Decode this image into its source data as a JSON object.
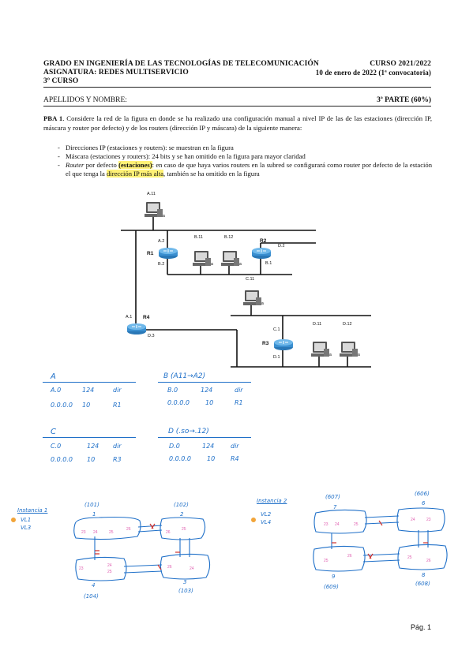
{
  "header": {
    "degree": "GRADO EN INGENIERÍA DE LAS TECNOLOGÍAS DE TELECOMUNICACIÓN",
    "course_year": "CURSO 2021/2022",
    "subject": "ASIGNATURA: REDES MULTISERVICIO",
    "date": "10 de enero de 2022 (1ª convocatoria)",
    "course": "3º CURSO"
  },
  "student": {
    "name_label": "APELLIDOS Y NOMBRE:",
    "part": "3ª PARTE (60%)"
  },
  "problem": {
    "id": "PBA 1",
    "intro": ". Considere la red de la figura en donde se ha realizado una configuración manual a nivel IP de las de las estaciones (dirección IP, máscara y router por defecto) y de los routers (dirección IP y máscara) de la siguiente manera:",
    "bullets": [
      "Direcciones IP (estaciones y routers): se muestran en la figura",
      "Máscara (estaciones y routers): 24 bits y se han omitido en la figura para mayor claridad"
    ],
    "bullet3_a": "Router",
    "bullet3_b": " por defecto ",
    "bullet3_hl1": "(estaciones)",
    "bullet3_c": ": en caso de que haya varios routers en la subred se configurará como router por defecto de la estación el que tenga la ",
    "bullet3_hl2": "dirección IP más alta",
    "bullet3_d": ", también se ha omitido en la figura"
  },
  "network": {
    "hosts": [
      "A.11",
      "B.11",
      "B.12",
      "C.11",
      "D.11",
      "D.12"
    ],
    "routers": [
      "R1",
      "R2",
      "R3",
      "R4"
    ],
    "iface_labels": [
      "A.2",
      "B.2",
      "D.2",
      "B.1",
      "A.1",
      "D.3",
      "C.1",
      "D.1"
    ],
    "port_mark": "a"
  },
  "tables": [
    {
      "title": "A",
      "rows": [
        [
          "A.0",
          "124",
          "dir"
        ],
        [
          "0.0.0.0",
          "10",
          "R1"
        ]
      ]
    },
    {
      "title": "B (A11→A2)",
      "rows": [
        [
          "B.0",
          "124",
          "dir"
        ],
        [
          "0.0.0.0",
          "10",
          "R1"
        ]
      ]
    },
    {
      "title": "C",
      "rows": [
        [
          "C.0",
          "124",
          "dir"
        ],
        [
          "0.0.0.0",
          "10",
          "R3"
        ]
      ]
    },
    {
      "title": "D (.so→.12)",
      "rows": [
        [
          "D.0",
          "124",
          "dir"
        ],
        [
          "0.0.0.0",
          "10",
          "R4"
        ]
      ]
    }
  ],
  "sketch": {
    "left_title": "Instancia 1",
    "left_vlans": [
      "VL1",
      "VL3"
    ],
    "left_switches": [
      {
        "id": "1",
        "prio": "(101)"
      },
      {
        "id": "2",
        "prio": "(102)"
      },
      {
        "id": "4",
        "prio": "(104)"
      },
      {
        "id": "3",
        "prio": "(103)"
      }
    ],
    "right_title": "Instancia 2",
    "right_vlans": [
      "VL2",
      "VL4"
    ],
    "right_switches": [
      {
        "id": "7",
        "prio": "(607)"
      },
      {
        "id": "6",
        "prio": "(606)"
      },
      {
        "id": "9",
        "prio": "(609)"
      },
      {
        "id": "8",
        "prio": "(608)"
      }
    ]
  },
  "footer": {
    "page": "Pág. 1"
  }
}
